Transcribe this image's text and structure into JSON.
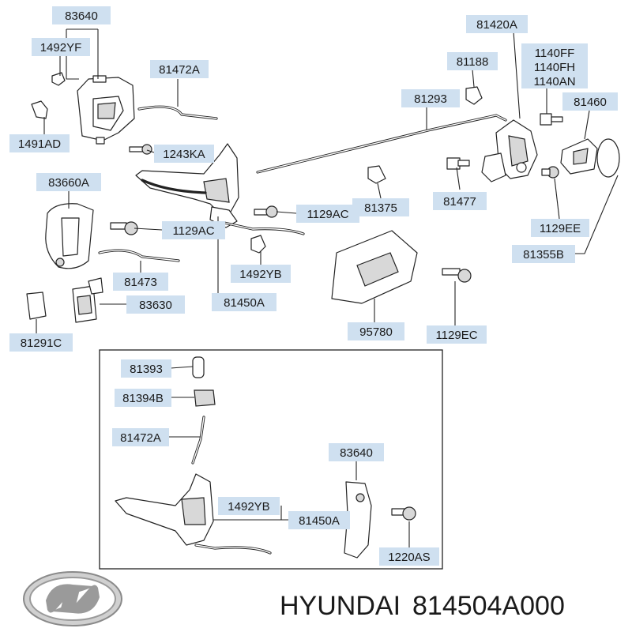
{
  "labels": {
    "l83640_top": "83640",
    "l1492YF": "1492YF",
    "l81472A_top": "81472A",
    "l1491AD": "1491AD",
    "l1243KA": "1243KA",
    "l83660A": "83660A",
    "l1129AC_a": "1129AC",
    "l1129AC_b": "1129AC",
    "l81473": "81473",
    "l1492YB_top": "1492YB",
    "l81450A_top": "81450A",
    "l83630": "83630",
    "l81291C": "81291C",
    "l81420A": "81420A",
    "l81188": "81188",
    "l1140FF": "1140FF",
    "l1140FH": "1140FH",
    "l1140AN": "1140AN",
    "l81293": "81293",
    "l81460": "81460",
    "l81375": "81375",
    "l81477": "81477",
    "l1129EE": "1129EE",
    "l81355B": "81355B",
    "l95780": "95780",
    "l1129EC": "1129EC",
    "l81393": "81393",
    "l81394B": "81394B",
    "l81472A_box": "81472A",
    "l83640_box": "83640",
    "l1492YB_box": "1492YB",
    "l81450A_box": "81450A",
    "l1220AS": "1220AS"
  },
  "footer": {
    "brand": "HYUNDAI",
    "part_number": "814504A000"
  }
}
